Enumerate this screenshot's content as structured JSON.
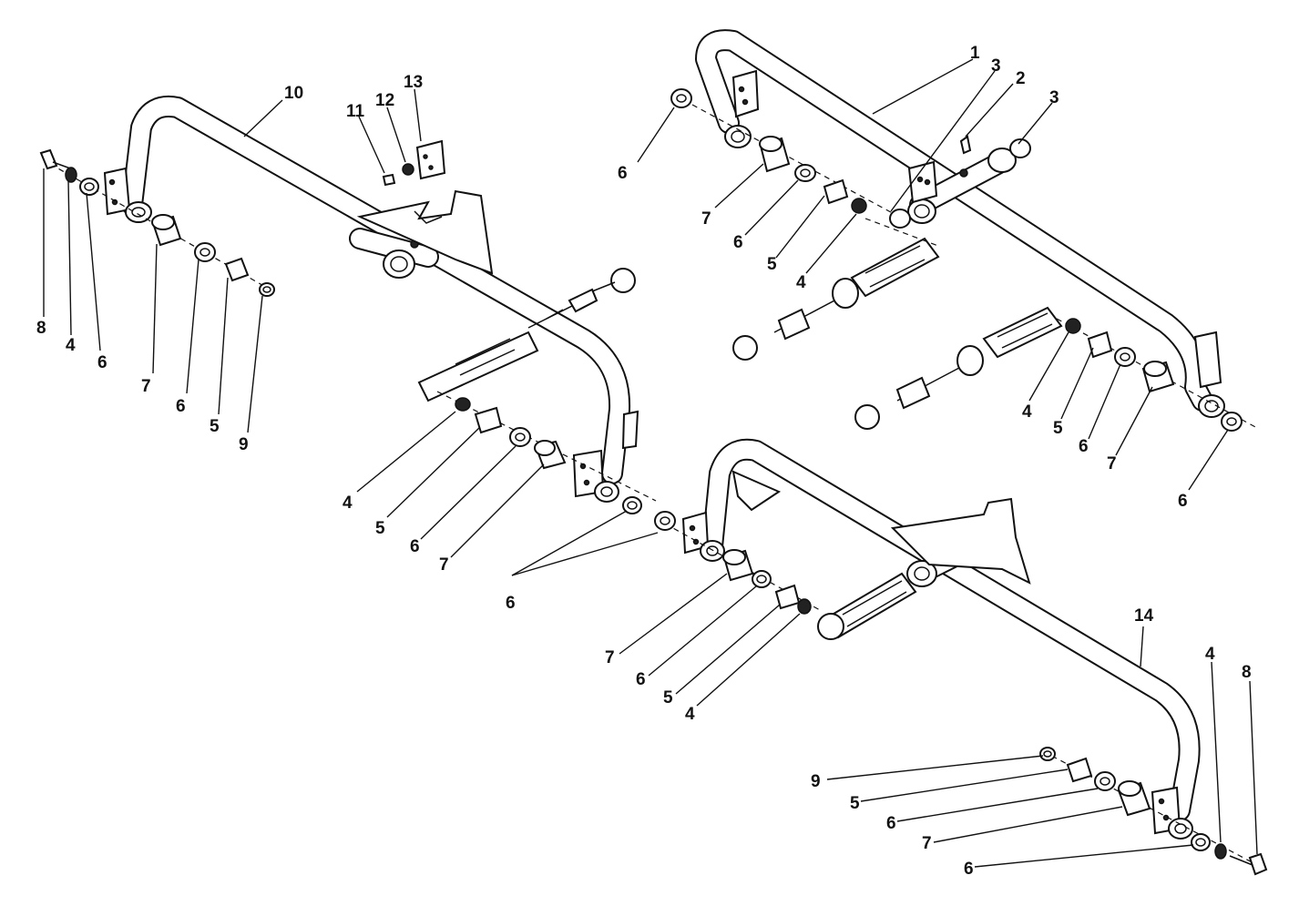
{
  "callouts": {
    "a10": "10",
    "a11": "11",
    "a12": "12",
    "a13": "13",
    "a8": "8",
    "a4": "4",
    "a6": "6",
    "a7": "7",
    "a6b": "6",
    "a5": "5",
    "a9": "9",
    "b4": "4",
    "b5": "5",
    "b6": "6",
    "b7": "7",
    "b6c": "6",
    "c1": "1",
    "c2": "2",
    "c3a": "3",
    "c3b": "3",
    "c6": "6",
    "c7": "7",
    "c6b": "6",
    "c5": "5",
    "c4": "4",
    "d4": "4",
    "d5": "5",
    "d6": "6",
    "d7": "7",
    "d6b": "6",
    "e7": "7",
    "e6": "6",
    "e5": "5",
    "e4": "4",
    "f14": "14",
    "f4": "4",
    "f8": "8",
    "f9": "9",
    "f5": "5",
    "f6": "6",
    "f7": "7",
    "f6b": "6"
  }
}
